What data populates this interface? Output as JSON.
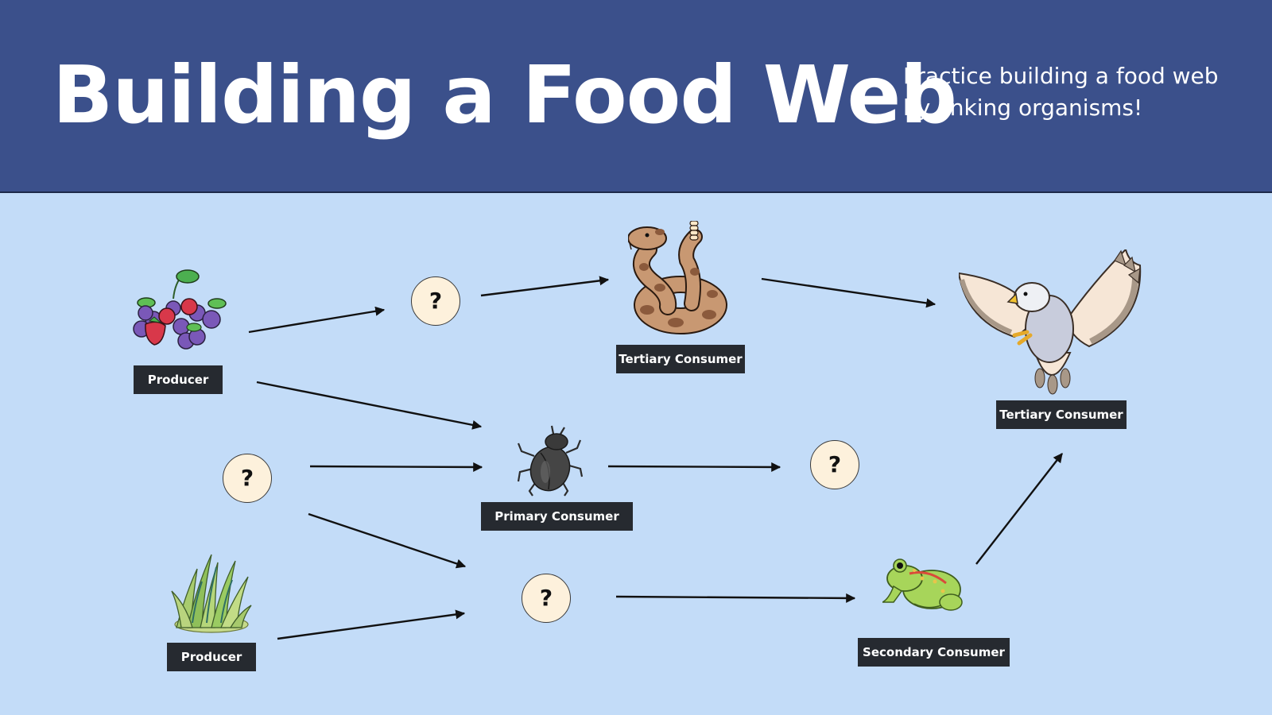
{
  "header": {
    "title": "Building a Food Web",
    "subtitle": "Practice building a food web by linking organisms!"
  },
  "colors": {
    "header_bg": "#3b508b",
    "board_bg": "#c3dcf8",
    "label_bg": "#262a30",
    "unknown_bg": "#fdf1dc"
  },
  "nodes": {
    "berries": {
      "label": "Producer",
      "icon": "berries-icon"
    },
    "grass": {
      "label": "Producer",
      "icon": "grass-icon"
    },
    "snake": {
      "label": "Tertiary Consumer",
      "icon": "snake-icon"
    },
    "eagle": {
      "label": "Tertiary Consumer",
      "icon": "eagle-icon"
    },
    "beetle": {
      "label": "Primary Consumer",
      "icon": "beetle-icon"
    },
    "frog": {
      "label": "Secondary Consumer",
      "icon": "frog-icon"
    }
  },
  "unknowns": {
    "u1": {
      "symbol": "?"
    },
    "u2": {
      "symbol": "?"
    },
    "u3": {
      "symbol": "?"
    },
    "u4": {
      "symbol": "?"
    }
  }
}
